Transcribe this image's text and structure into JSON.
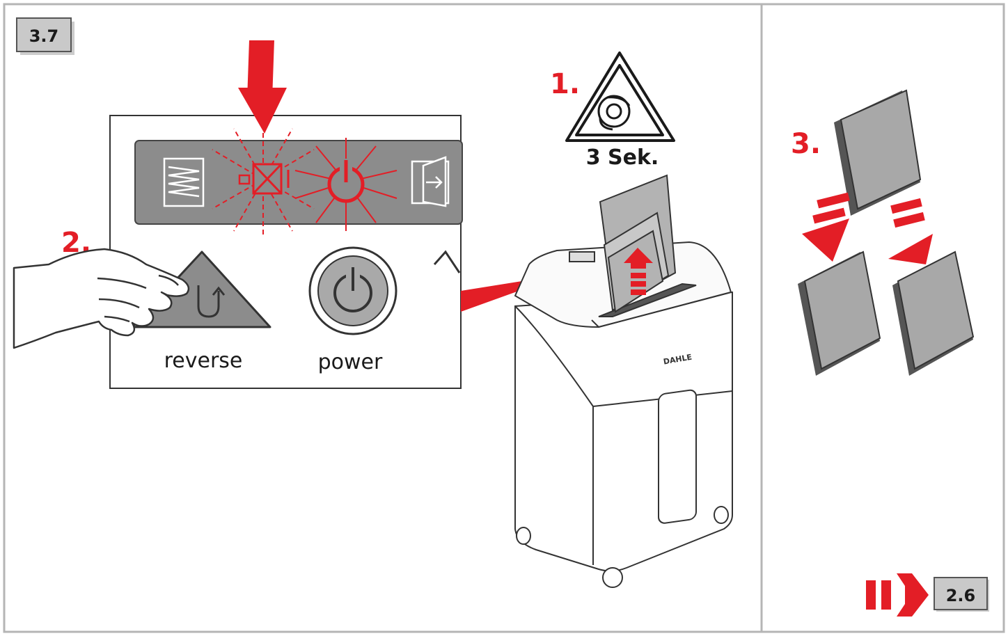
{
  "section_badge": "3.7",
  "next_badge": "2.6",
  "steps": {
    "step1": "1.",
    "step2": "2.",
    "step3": "3."
  },
  "warning_duration": "3 Sek.",
  "buttons": {
    "reverse_label": "reverse",
    "power_label": "power"
  },
  "brand": "DAHLE",
  "colors": {
    "accent_red": "#e31e26",
    "border_gray": "#b5b5b5",
    "panel_gray": "#8c8c8c",
    "badge_gray": "#c9c9c9"
  },
  "icons": [
    "paper-stack-icon",
    "paper-jam-icon",
    "power-icon",
    "door-open-icon",
    "rotating-blades-warning-icon",
    "reverse-icon",
    "hand-icon",
    "paper-shredder-icon",
    "paper-split-icon",
    "next-arrow-icon"
  ]
}
